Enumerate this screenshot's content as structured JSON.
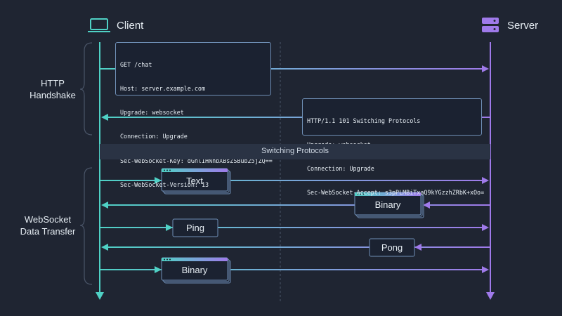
{
  "actors": {
    "client": {
      "label": "Client",
      "icon": "laptop-icon"
    },
    "server": {
      "label": "Server",
      "icon": "server-icon"
    }
  },
  "sections": {
    "handshake": [
      "HTTP",
      "Handshake"
    ],
    "data_transfer": [
      "WebSocket",
      "Data Transfer"
    ]
  },
  "request": [
    "GET /chat",
    "Host: server.example.com",
    "Upgrade: websocket",
    "Connection: Upgrade",
    "Sec-WebSocket-Key: dGhlIHNhbXBsZSBub25jZQ==",
    "Sec-WebSocket-Version: 13"
  ],
  "response": [
    "HTTP/1.1 101 Switching Protocols",
    "Upgrade: websocket",
    "Connection: Upgrade",
    "Sec-WebSocket-Accept: s3pPLMBiTxaQ9kYGzzhZRbK+xOo="
  ],
  "switching": "Switching Protocols",
  "frames": [
    {
      "label": "Text",
      "direction": "client-to-server"
    },
    {
      "label": "Binary",
      "direction": "server-to-client"
    },
    {
      "label": "Ping",
      "direction": "client-to-server"
    },
    {
      "label": "Pong",
      "direction": "server-to-client"
    },
    {
      "label": "Binary",
      "direction": "client-to-server"
    }
  ],
  "colors": {
    "background": "#1f2532",
    "client": "#4fd1c5",
    "server": "#9f7aea"
  }
}
